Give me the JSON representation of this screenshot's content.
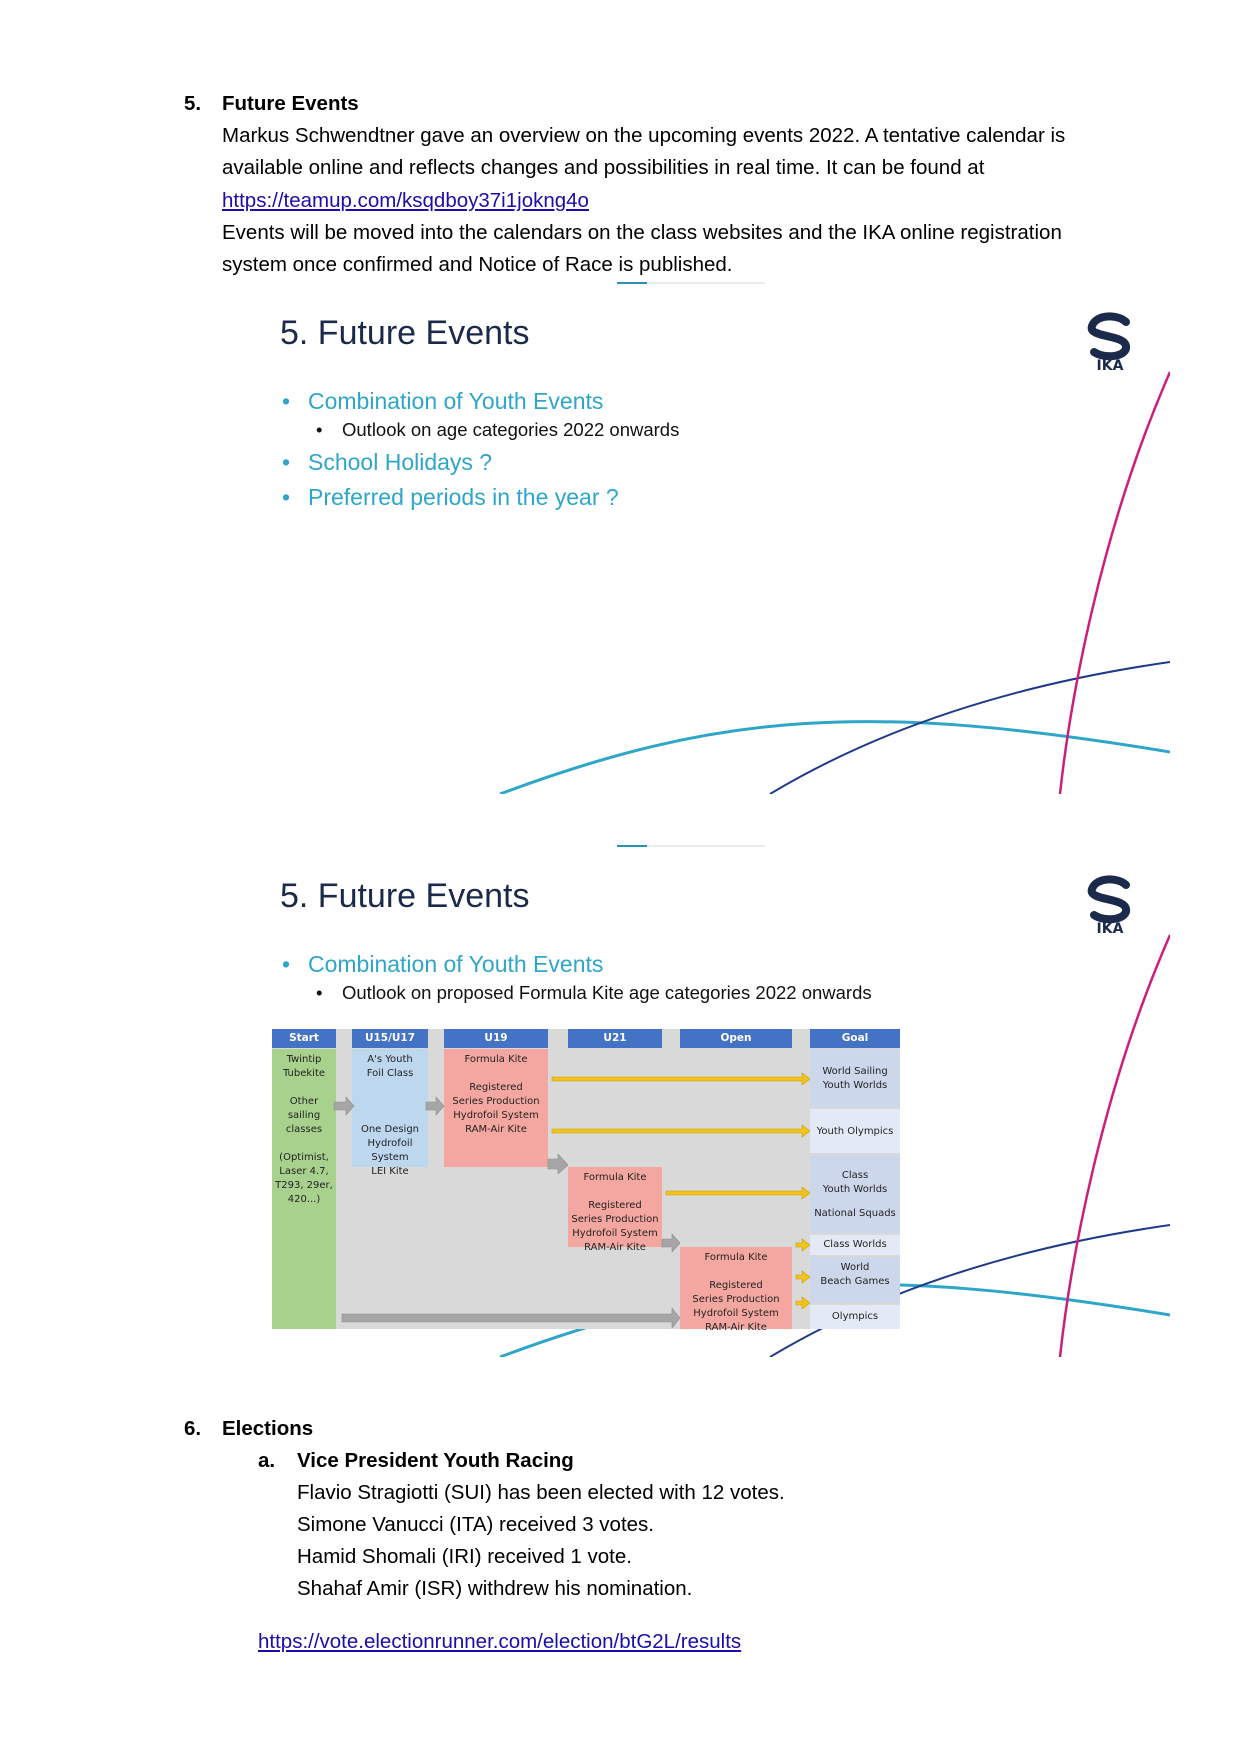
{
  "section5": {
    "number": "5.",
    "title": "Future Events",
    "lines": [
      "Markus Schwendtner gave an overview on the upcoming events 2022. A tentative calendar is",
      "available online and reflects changes and possibilities in real time. It can be found at"
    ],
    "link": "https://teamup.com/ksqdboy37i1jokng4o",
    "lines2": [
      "Events will be moved into the calendars on the class websites and the IKA online registration",
      "system once confirmed and Notice of Race is published."
    ]
  },
  "slide1": {
    "title": "5. Future Events",
    "bullet_a": "Combination of Youth Events",
    "sub_a": "Outlook on age categories 2022 onwards",
    "bullet_b": "School Holidays ?",
    "bullet_c": "Preferred periods in the year ?",
    "logo_text": "IKA"
  },
  "slide2": {
    "title": "5. Future Events",
    "bullet_a": "Combination of Youth Events",
    "sub_a": "Outlook on proposed Formula Kite age categories 2022 onwards",
    "logo_text": "IKA",
    "table": {
      "headers": [
        "Start",
        "U15/U17",
        "U19",
        "U21",
        "Open",
        "Goal"
      ],
      "start_col": "Twintip\nTubekite\n\nOther\nsailing\nclasses\n\n(Optimist,\nLaser 4.7,\nT293, 29er,\n420...)",
      "u15_col": "A's Youth\nFoil Class\n\n\n\nOne Design\nHydrofoil\nSystem\nLEI Kite",
      "u19_col": "Formula Kite\n\nRegistered\nSeries Production\nHydrofoil System\nRAM-Air Kite",
      "u21_col": "Formula Kite\n\nRegistered\nSeries Production\nHydrofoil System\nRAM-Air Kite",
      "open_col": "Formula Kite\n\nRegistered\nSeries Production\nHydrofoil System\nRAM-Air Kite",
      "goals": [
        "World Sailing\nYouth Worlds",
        "Youth Olympics",
        "Class\nYouth Worlds",
        "National Squads",
        "Class Worlds",
        "World\nBeach Games",
        "Olympics"
      ]
    }
  },
  "section6": {
    "number": "6.",
    "title": "Elections",
    "sub_letter": "a.",
    "sub_title": "Vice President Youth Racing",
    "lines": [
      "Flavio Stragiotti (SUI) has been elected with 12 votes.",
      "Simone Vanucci (ITA) received 3 votes.",
      "Hamid Shomali (IRI) received 1 vote.",
      "Shahaf Amir (ISR) withdrew his nomination."
    ],
    "link": "https://vote.electionrunner.com/election/btG2L/results"
  },
  "colors": {
    "slide_title": "#1b2a4a",
    "bullet": "#2ea6c8",
    "header_blue": "#4472c4",
    "green": "#a9d18e",
    "light_blue": "#bdd7ee",
    "salmon": "#f4a7a0",
    "gold": "#f2c318",
    "link": "#1a0dab"
  }
}
